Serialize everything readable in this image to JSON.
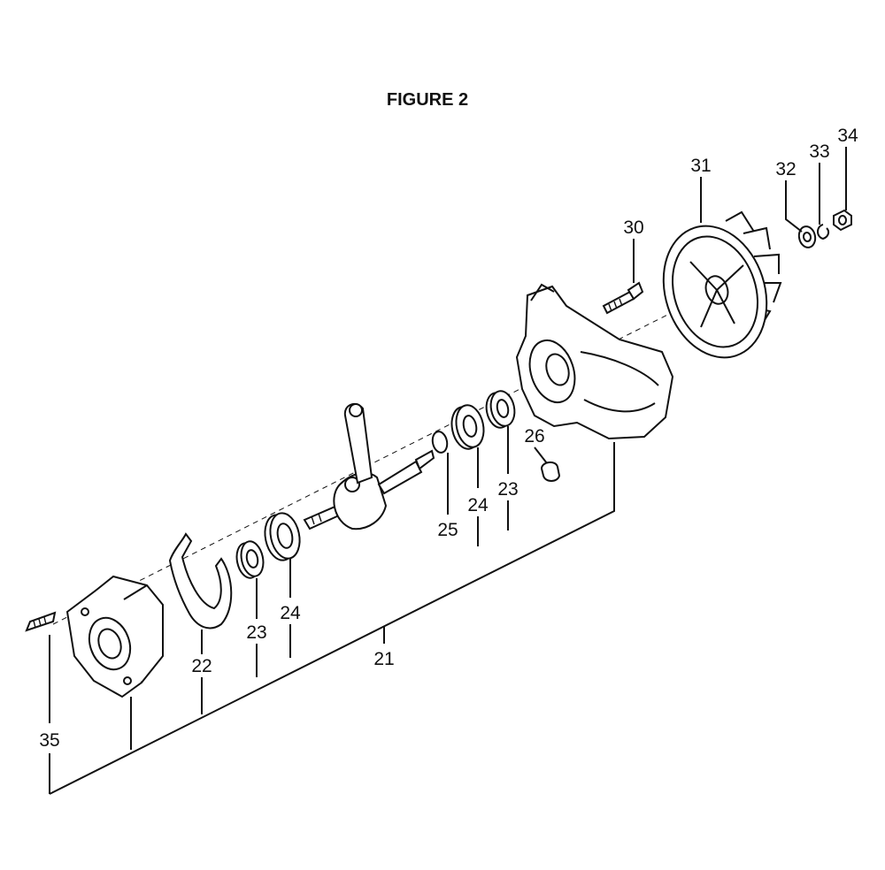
{
  "figure": {
    "title": "FIGURE 2"
  },
  "callouts": {
    "p21": "21",
    "p22": "22",
    "p23a": "23",
    "p23b": "23",
    "p24a": "24",
    "p24b": "24",
    "p25": "25",
    "p26": "26",
    "p30": "30",
    "p31": "31",
    "p32": "32",
    "p33": "33",
    "p34": "34",
    "p35": "35"
  }
}
